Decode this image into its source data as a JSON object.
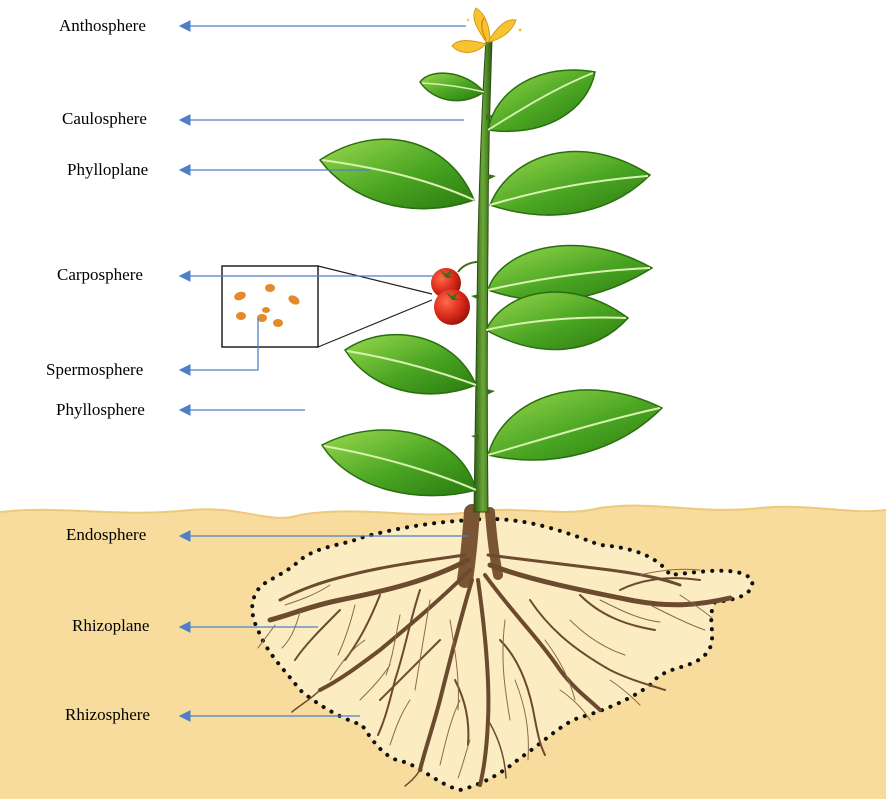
{
  "labels": {
    "anthosphere": "Anthosphere",
    "caulosphere": "Caulosphere",
    "phylloplane": "Phylloplane",
    "carposphere": "Carposphere",
    "spermosphere": "Spermosphere",
    "phyllosphere": "Phyllosphere",
    "endosphere": "Endosphere",
    "rhizoplane": "Rhizoplane",
    "rhizosphere": "Rhizosphere"
  },
  "colors": {
    "arrow": "#4f7fc8",
    "soil": "#f7dc9d",
    "soil_inner": "#fdf1cf",
    "leaf_dark": "#2f8a14",
    "leaf_light": "#8fd24a",
    "stem": "#3d6e1a",
    "root": "#6b4a2e",
    "fruit": "#d92a1a",
    "flower": "#f6c431",
    "seed": "#e58a2a"
  }
}
